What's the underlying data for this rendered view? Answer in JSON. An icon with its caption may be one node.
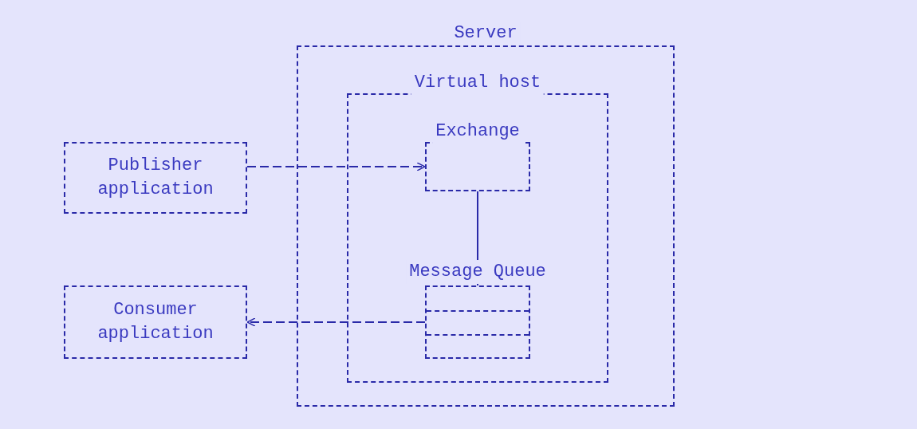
{
  "diagram": {
    "nodes": [
      {
        "text": [
          "Server"
        ]
      },
      {
        "text": [
          "Virtual host"
        ],
        "in": 0
      },
      {
        "text": [
          "Exchange"
        ],
        "in": 1
      },
      {
        "text": [
          "Message Queue"
        ],
        "in": 1
      },
      {
        "text": [
          "Publisher application"
        ]
      },
      {
        "text": [
          "Consumer application"
        ]
      }
    ],
    "edges": [
      {
        "from": 4,
        "to": 2,
        "arrow": "to",
        "style": "dashed"
      },
      {
        "from": 2,
        "to": 3,
        "arrow": "none"
      },
      {
        "from": 3,
        "to": 5,
        "arrow": "to",
        "style": "dashed"
      }
    ]
  }
}
